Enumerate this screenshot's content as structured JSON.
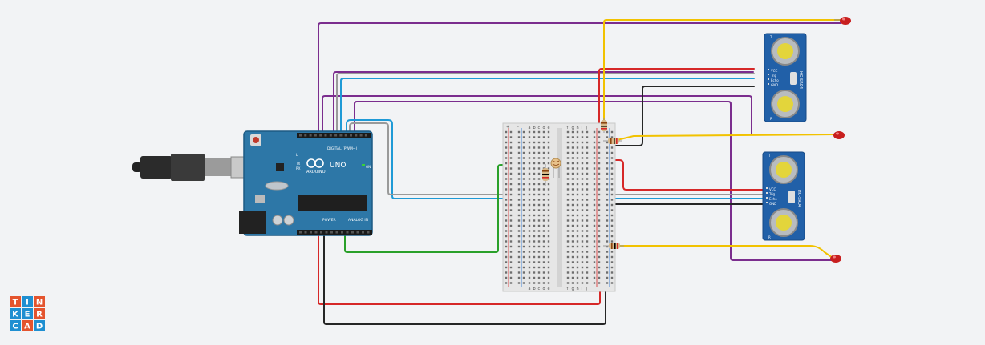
{
  "logo": {
    "letters": [
      "T",
      "I",
      "N",
      "K",
      "E",
      "R",
      "C",
      "A",
      "D"
    ],
    "colors": [
      "#e4542e",
      "#1f8fd1",
      "#e4542e",
      "#1f8fd1",
      "#1f8fd1",
      "#e4542e",
      "#1f8fd1",
      "#e4542e",
      "#1f8fd1"
    ]
  },
  "arduino": {
    "brand": "ARDUINO",
    "model": "UNO",
    "digital_label": "DIGITAL (PWM~)",
    "power_label": "POWER",
    "analog_label": "ANALOG IN",
    "tx": "TX",
    "rx": "RX",
    "l": "L",
    "on": "ON"
  },
  "sensors": [
    {
      "name": "HC-SR04",
      "pins": [
        "VCC",
        "Trig",
        "Echo",
        "GND"
      ],
      "markA": "T",
      "markB": "R"
    },
    {
      "name": "HC-SR04",
      "pins": [
        "VCC",
        "Trig",
        "Echo",
        "GND"
      ],
      "markA": "T",
      "markB": "R"
    }
  ],
  "breadboard": {
    "cols_left": [
      "a",
      "b",
      "c",
      "d",
      "e"
    ],
    "cols_right": [
      "f",
      "g",
      "h",
      "i",
      "j"
    ],
    "rail_plus": "+",
    "rail_minus": "-"
  },
  "wire_colors": {
    "purple": "#7b2d8e",
    "grey": "#9a9a9a",
    "cyan": "#1f9ad6",
    "red": "#d62828",
    "black": "#262626",
    "yellow": "#f2c200",
    "green": "#2aa02a"
  }
}
